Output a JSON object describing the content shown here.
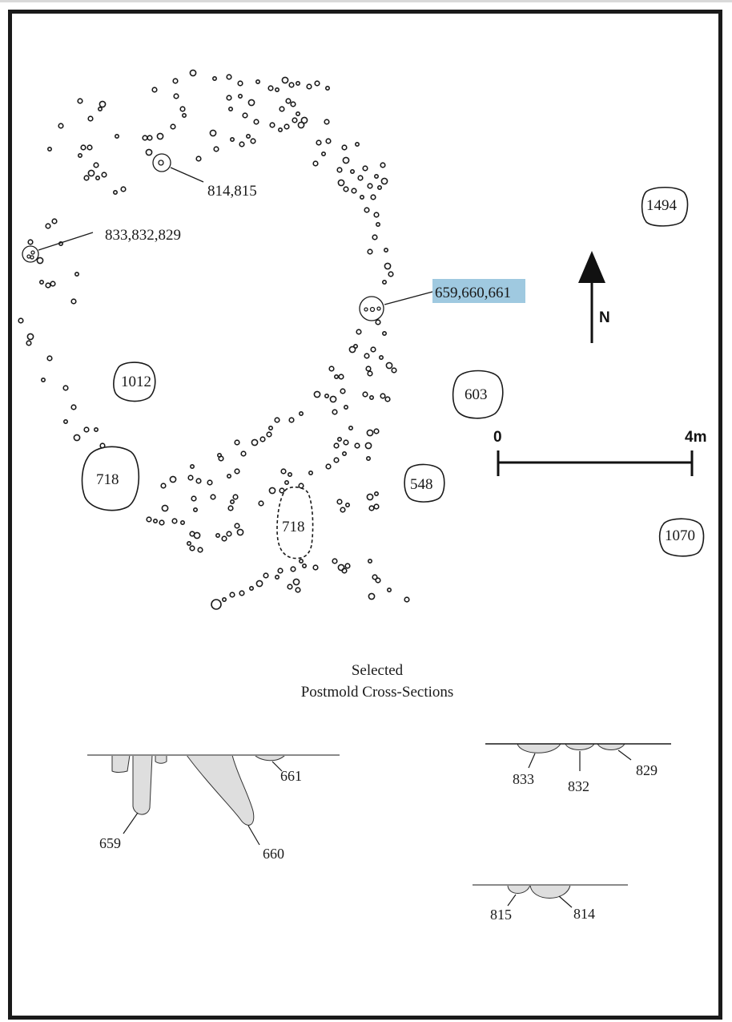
{
  "map": {
    "callouts": {
      "c814_815": "814,815",
      "c833_832_829": "833,832,829",
      "c659_660_661": "659,660,661"
    },
    "features": {
      "f1012": "1012",
      "f718": "718",
      "f718_dashed": "718",
      "f603": "603",
      "f548": "548",
      "f1494": "1494",
      "f1070": "1070"
    },
    "north_label": "N",
    "scale": {
      "start": "0",
      "end": "4m"
    },
    "highlight_color": "#9fc9e0"
  },
  "caption": {
    "line1": "Selected",
    "line2": "Postmold Cross-Sections"
  },
  "sections": {
    "labels": {
      "s661": "661",
      "s659": "659",
      "s660": "660",
      "s833": "833",
      "s832": "832",
      "s829": "829",
      "s815": "815",
      "s814": "814"
    },
    "fill_color": "#dedede"
  }
}
